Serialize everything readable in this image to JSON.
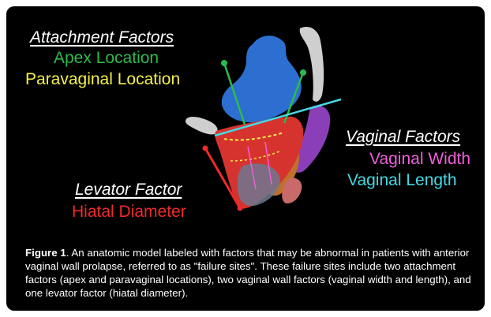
{
  "attachment": {
    "heading": "Attachment Factors",
    "items": [
      "Apex Location",
      "Paravaginal Location"
    ],
    "colors": [
      "#2cbb4c",
      "#f4f04a"
    ]
  },
  "vaginal": {
    "heading": "Vaginal Factors",
    "items": [
      "Vaginal Width",
      "Vaginal Length"
    ],
    "colors": [
      "#ee5fd8",
      "#45d9e4"
    ]
  },
  "levator": {
    "heading": "Levator Factor",
    "items": [
      "Hiatal Diameter"
    ],
    "colors": [
      "#ef2a2a"
    ]
  },
  "caption": {
    "lead": "Figure 1",
    "text": ". An anatomic model labeled with factors that may be abnormal in patients with anterior vaginal wall prolapse, referred to as \"failure sites\". These failure sites include two attachment factors (apex and paravaginal locations), two vaginal wall factors (vaginal width and length), and one levator factor (hiatal diameter)."
  },
  "colors": {
    "background": "#000000",
    "bladder": "#2d6fd0",
    "vaginal_wall": "#d7332e",
    "pelvic_bone": "#cfcfcf",
    "levator_muscle": "#8a3fb8",
    "uterus_tissue": "#c0702a"
  }
}
